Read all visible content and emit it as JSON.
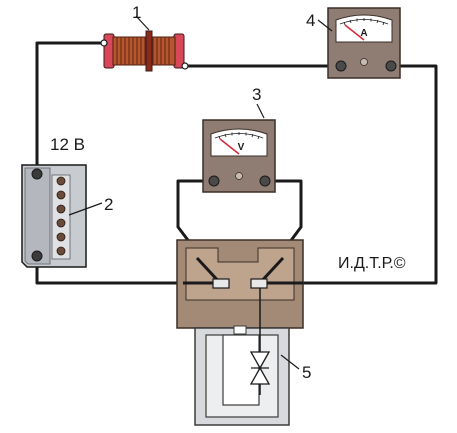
{
  "labels": {
    "rheostat": "1",
    "battery": "2",
    "voltmeter": "3",
    "ammeter": "4",
    "diode": "5"
  },
  "battery_voltage": "12 В",
  "voltmeter_symbol": "V",
  "ammeter_symbol": "A",
  "copyright": "И.Д.Т.Р.©",
  "colors": {
    "wire": "#1a1a1a",
    "coil": "#b5562f",
    "coil_end": "#d9475a",
    "meter_body": "#8f7c72",
    "meter_face": "#ffffff",
    "needle": "#d8283b",
    "battery_body": "#c8cbd0",
    "holder_body": "#a38a76",
    "holder_inner": "#bea38d",
    "stand": "#d7d9dc"
  }
}
